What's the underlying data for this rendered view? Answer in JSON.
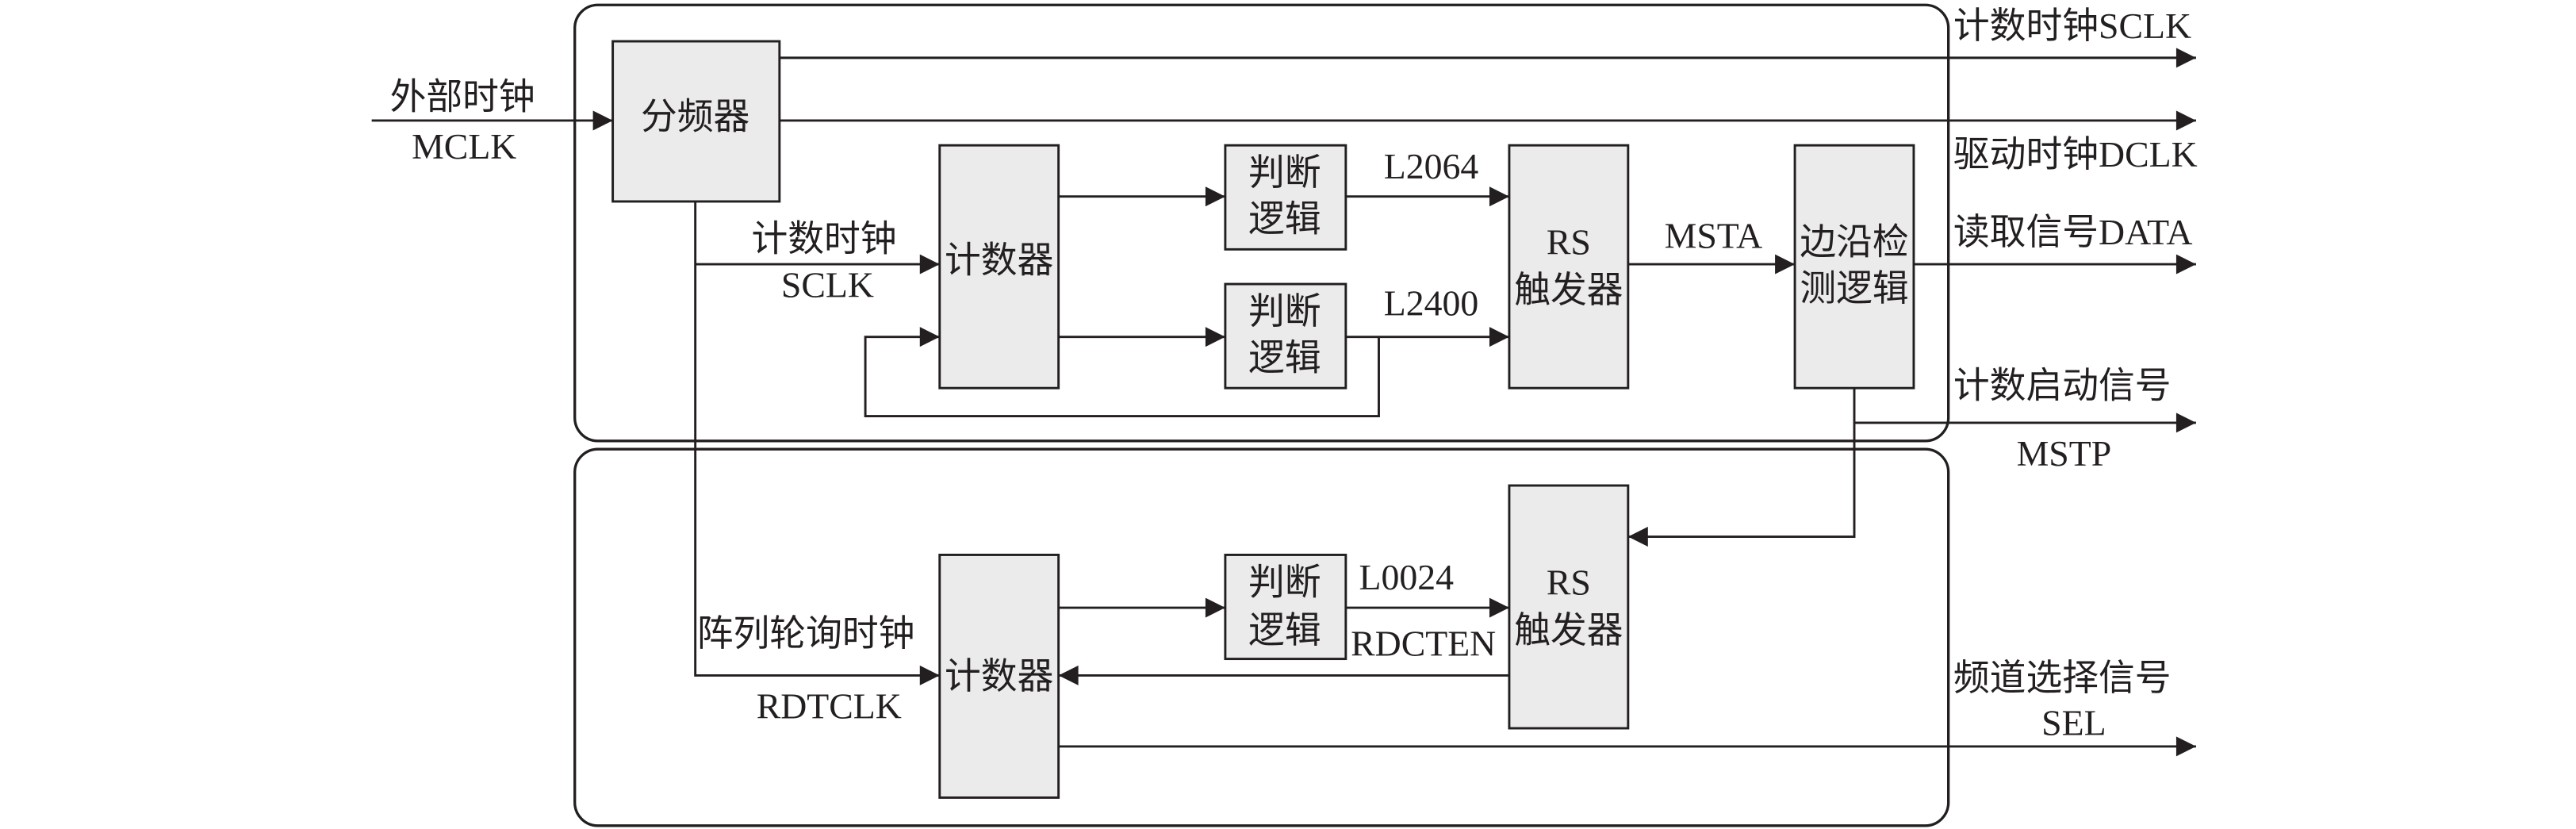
{
  "blocks": {
    "divider": {
      "label": "分频器"
    },
    "counter_top": {
      "label": "计数器"
    },
    "judge_top_1": {
      "line1": "判断",
      "line2": "逻辑"
    },
    "judge_top_2": {
      "line1": "判断",
      "line2": "逻辑"
    },
    "rs_flipflop_top": {
      "line1": "RS",
      "line2": "触发器"
    },
    "edge_detect": {
      "line1": "边沿检",
      "line2": "测逻辑"
    },
    "counter_bottom": {
      "label": "计数器"
    },
    "judge_bottom": {
      "line1": "判断",
      "line2": "逻辑"
    },
    "rs_flipflop_bottom": {
      "line1": "RS",
      "line2": "触发器"
    }
  },
  "signals": {
    "external_clock": {
      "name": "外部时钟",
      "code": "MCLK"
    },
    "count_clock_in": {
      "name": "计数时钟",
      "code": "SCLK"
    },
    "l2064": "L2064",
    "l2400": "L2400",
    "msta": "MSTA",
    "array_poll_clock": {
      "name": "阵列轮询时钟",
      "code": "RDTCLK"
    },
    "l0024": "L0024",
    "rdcten": "RDCTEN"
  },
  "outputs": {
    "count_clock": "计数时钟SCLK",
    "drive_clock": "驱动时钟DCLK",
    "read_signal": "读取信号DATA",
    "count_start": {
      "name": "计数启动信号",
      "code": "MSTP"
    },
    "channel_select": {
      "name": "频道选择信号",
      "code": "SEL"
    }
  },
  "colors": {
    "stroke": "#231f20",
    "block_fill": "#ebebeb"
  }
}
